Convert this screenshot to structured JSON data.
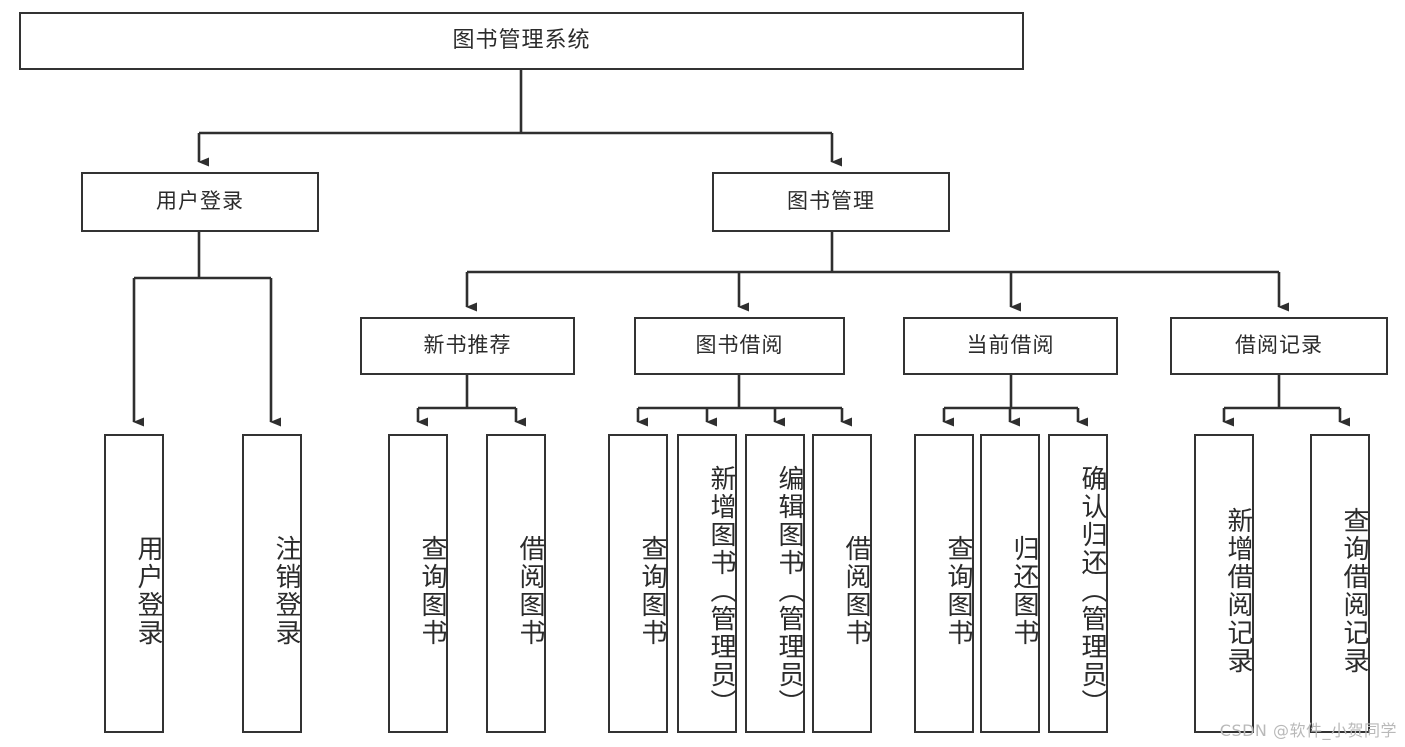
{
  "diagram": {
    "type": "tree-hierarchy-diagram",
    "title": "图书管理系统",
    "watermark": "CSDN @软件_小贺同学",
    "colors": {
      "box_border": "#333333",
      "box_fill": "#ffffff",
      "connector": "#2f2f2f",
      "text": "#2b2b2b",
      "watermark": "#b9b9b9",
      "background": "#ffffff"
    },
    "root": {
      "label": "图书管理系统"
    },
    "level2": [
      {
        "label": "用户登录"
      },
      {
        "label": "图书管理"
      }
    ],
    "level3": [
      {
        "label": "新书推荐"
      },
      {
        "label": "图书借阅"
      },
      {
        "label": "当前借阅"
      },
      {
        "label": "借阅记录"
      }
    ],
    "leaves": {
      "user_login": [
        {
          "label": "用户登录"
        },
        {
          "label": "注销登录"
        }
      ],
      "new_book_recommend": [
        {
          "label": "查询图书"
        },
        {
          "label": "借阅图书"
        }
      ],
      "book_borrow": [
        {
          "label": "查询图书"
        },
        {
          "label": "新增图书（管理员）"
        },
        {
          "label": "编辑图书（管理员）"
        },
        {
          "label": "借阅图书"
        }
      ],
      "current_borrow": [
        {
          "label": "查询图书"
        },
        {
          "label": "归还图书"
        },
        {
          "label": "确认归还（管理员）"
        }
      ],
      "borrow_record": [
        {
          "label": "新增借阅记录"
        },
        {
          "label": "查询借阅记录"
        }
      ]
    }
  }
}
